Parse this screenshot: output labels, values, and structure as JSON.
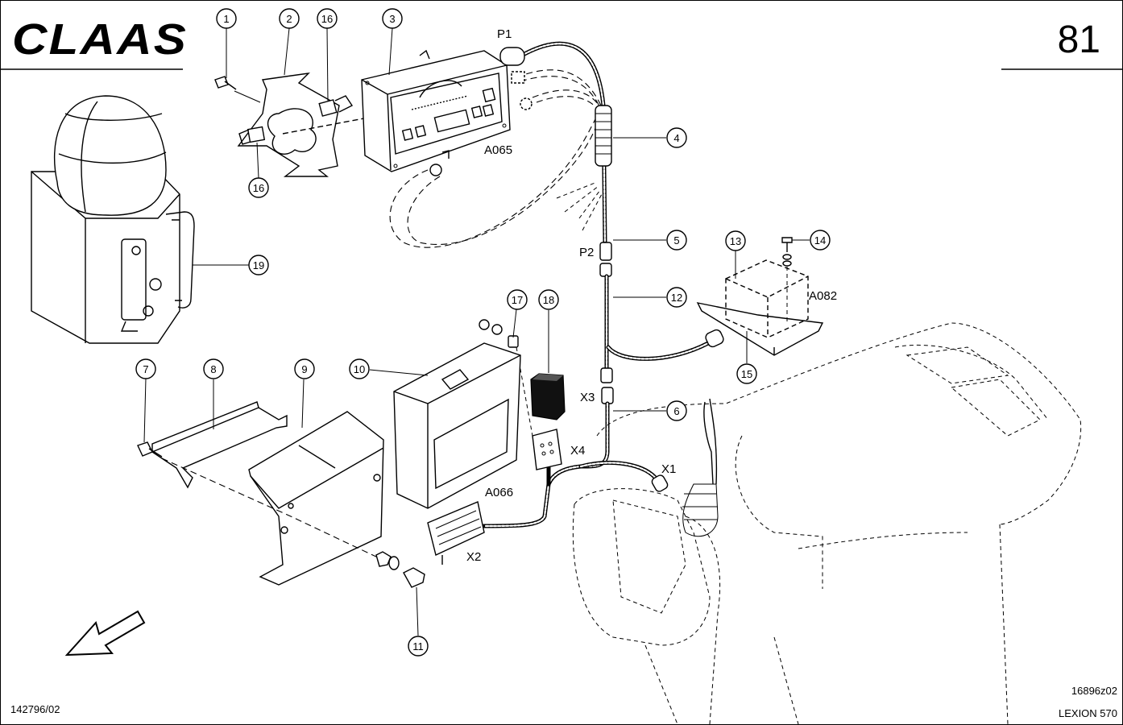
{
  "header": {
    "brand": "CLAAS",
    "page_number": "81"
  },
  "callouts": [
    {
      "id": "c1",
      "num": "1"
    },
    {
      "id": "c2",
      "num": "2"
    },
    {
      "id": "c16a",
      "num": "16"
    },
    {
      "id": "c3",
      "num": "3"
    },
    {
      "id": "c16b",
      "num": "16"
    },
    {
      "id": "c4",
      "num": "4"
    },
    {
      "id": "c5",
      "num": "5"
    },
    {
      "id": "c13",
      "num": "13"
    },
    {
      "id": "c14",
      "num": "14"
    },
    {
      "id": "c19",
      "num": "19"
    },
    {
      "id": "c12",
      "num": "12"
    },
    {
      "id": "c17",
      "num": "17"
    },
    {
      "id": "c18",
      "num": "18"
    },
    {
      "id": "c15",
      "num": "15"
    },
    {
      "id": "c7",
      "num": "7"
    },
    {
      "id": "c8",
      "num": "8"
    },
    {
      "id": "c9",
      "num": "9"
    },
    {
      "id": "c10",
      "num": "10"
    },
    {
      "id": "c6",
      "num": "6"
    },
    {
      "id": "c11",
      "num": "11"
    }
  ],
  "labels": {
    "P1": "P1",
    "A065": "A065",
    "P2": "P2",
    "A082": "A082",
    "X3": "X3",
    "X4": "X4",
    "X1": "X1",
    "A066": "A066",
    "X2": "X2"
  },
  "footer": {
    "doc_number": "142796/02",
    "drawing_number": "16896z02",
    "model": "LEXION 570"
  }
}
